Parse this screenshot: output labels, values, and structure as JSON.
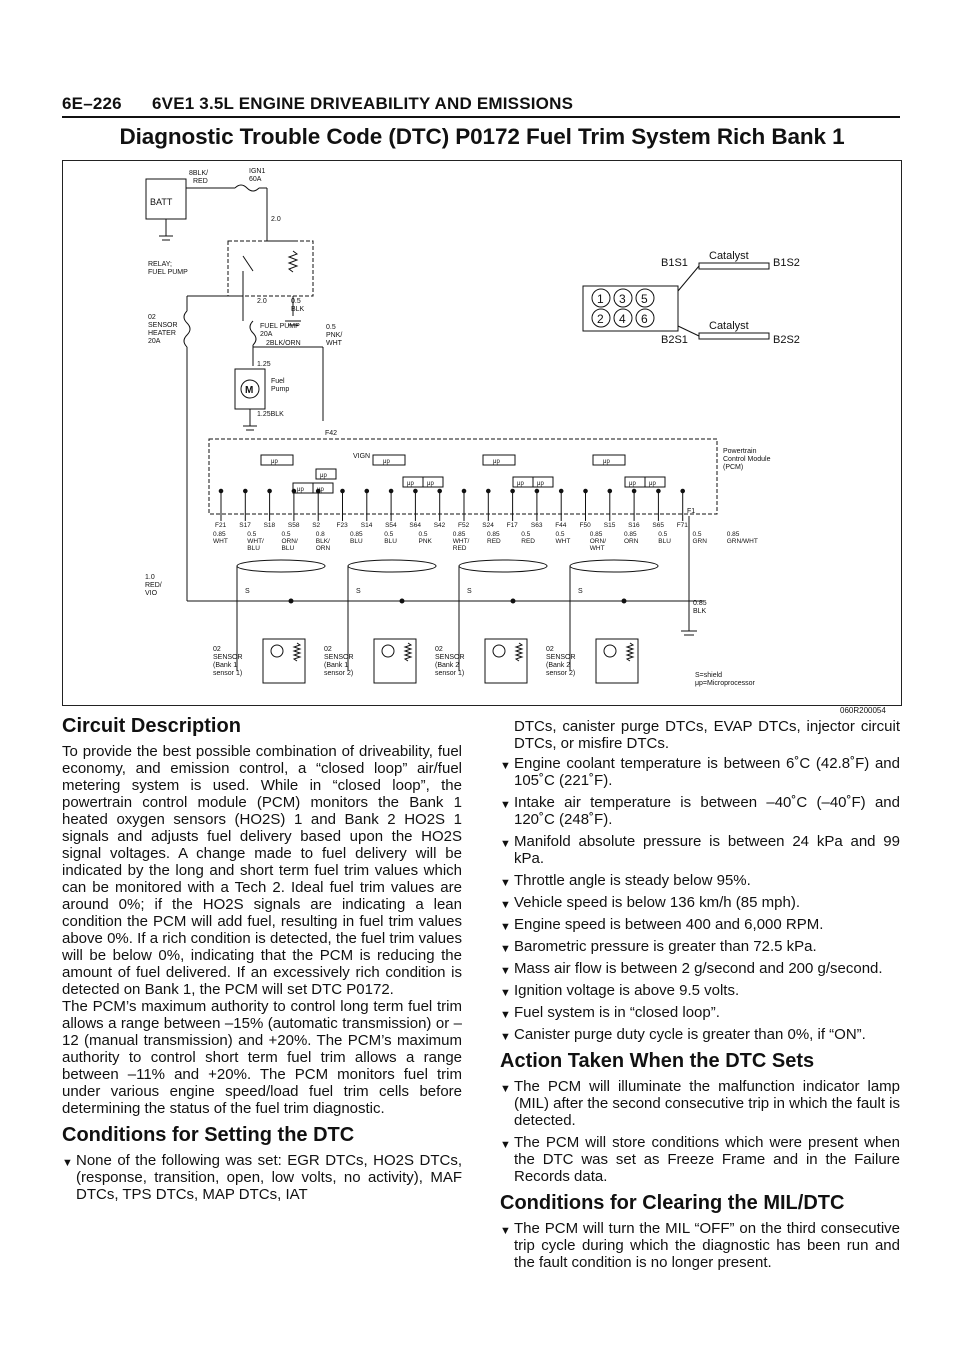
{
  "header": {
    "page_number": "6E–226",
    "section_title": "6VE1 3.5L ENGINE DRIVEABILITY AND EMISSIONS"
  },
  "page_title": "Diagnostic Trouble Code (DTC) P0172 Fuel Trim System Rich Bank 1",
  "diagram": {
    "figure_code": "060R200054",
    "batt": "BATT",
    "wire_batt_1": "8BLK/",
    "wire_batt_2": "RED",
    "ign_1": "IGN1",
    "ign_2": "60A",
    "w_20a": "2.0",
    "w_20b": "2.0",
    "relay_1": "RELAY;",
    "relay_2": "FUEL PUMP",
    "w_05": "0.5",
    "w_blk": "BLK",
    "o2h_1": "02",
    "o2h_2": "SENSOR",
    "o2h_3": "HEATER",
    "o2h_4": "20A",
    "fp_fuse_1": "FUEL PUMP",
    "fp_fuse_2": "20A",
    "fp_wire": "2BLK/ORN",
    "pnk_1": "0.5",
    "pnk_2": "PNK/",
    "pnk_3": "WHT",
    "w_125": "1.25",
    "w_125blk": "1.25BLK",
    "motor": "M",
    "fuel_pump_1": "Fuel",
    "fuel_pump_2": "Pump",
    "f42": "F42",
    "vign": "VIGN",
    "mu_p": "μp",
    "pcm_1": "Powertrain",
    "pcm_2": "Control Module",
    "pcm_3": "(PCM)",
    "f1": "F1",
    "red_vio_1": "1.0",
    "red_vio_2": "RED/",
    "red_vio_3": "VIO",
    "blk_085_1": "0.85",
    "blk_085_2": "BLK",
    "shield": "S",
    "legend_1": "S=shield",
    "legend_2": "μp=Microprocessor",
    "b1s1": "B1S1",
    "b1s2": "B1S2",
    "b2s1": "B2S1",
    "b2s2": "B2S2",
    "catalyst": "Catalyst",
    "cyl": [
      "1",
      "3",
      "5",
      "2",
      "4",
      "6"
    ],
    "pins": [
      "F21",
      "S17",
      "S18",
      "S58",
      "S2",
      "F23",
      "S14",
      "S54",
      "S64",
      "S42",
      "F52",
      "S24",
      "F17",
      "S63",
      "F44",
      "F50",
      "S15",
      "S16",
      "S65",
      "F71"
    ],
    "wires": [
      [
        "0.85",
        "WHT"
      ],
      [
        "0.5",
        "WHT/",
        "BLU"
      ],
      [
        "0.5",
        "ORN/",
        "BLU"
      ],
      [
        "0.8",
        "BLK/",
        "ORN"
      ],
      [
        "0.85",
        "BLU"
      ],
      [
        "0.5",
        "BLU"
      ],
      [
        "0.5",
        "PNK"
      ],
      [
        "0.85",
        "WHT/",
        "RED"
      ],
      [
        "0.85",
        "RED"
      ],
      [
        "0.5",
        "RED"
      ],
      [
        "0.5",
        "WHT"
      ],
      [
        "0.85",
        "ORN/",
        "WHT"
      ],
      [
        "0.85",
        "ORN"
      ],
      [
        "0.5",
        "BLU"
      ],
      [
        "0.5",
        "GRN"
      ],
      [
        "0.85",
        "GRN/WHT"
      ]
    ],
    "sensors": [
      [
        "02",
        "SENSOR",
        "(Bank 1",
        "sensor 1)"
      ],
      [
        "02",
        "SENSOR",
        "(Bank 1",
        "sensor 2)"
      ],
      [
        "02",
        "SENSOR",
        "(Bank 2",
        "sensor 1)"
      ],
      [
        "02",
        "SENSOR",
        "(Bank 2",
        "sensor 2)"
      ]
    ]
  },
  "left": {
    "h_circuit": "Circuit Description",
    "p1": "To provide the best possible combination of driveability, fuel economy, and emission control, a “closed loop” air/fuel metering system is used. While in “closed loop”, the powertrain control module (PCM) monitors the Bank 1 heated oxygen sensors (HO2S) 1 and Bank 2 HO2S 1 signals and adjusts fuel delivery based upon the HO2S signal voltages. A change made to fuel delivery will be indicated by the long and short term fuel trim values which can be monitored with a Tech 2. Ideal fuel trim values are around 0%; if the HO2S signals are indicating a lean condition the PCM will add fuel, resulting in fuel trim values above 0%. If a rich condition is detected, the fuel trim values will be below 0%, indicating that the PCM is reducing the amount of fuel delivered. If an excessively rich condition is detected on Bank 1, the PCM will set DTC P0172.",
    "p2": "The PCM’s maximum authority to control long term fuel trim allows a range between –15% (automatic transmission) or –12 (manual transmission) and +20%. The PCM’s maximum authority to control short term fuel trim allows a range between –11% and +20%. The PCM monitors fuel trim under various engine speed/load fuel trim cells before determining the status of the fuel trim diagnostic.",
    "h_conditions": "Conditions for Setting the DTC",
    "c1": "None of the following was set: EGR DTCs, HO2S DTCs, (response, transition, open, low volts, no activity), MAF DTCs, TPS DTCs, MAP DTCs, IAT"
  },
  "right": {
    "c1_cont": "DTCs, canister purge DTCs, EVAP DTCs, injector circuit DTCs, or misfire DTCs.",
    "conditions": [
      "Engine coolant temperature is between 6˚C (42.8˚F) and 105˚C (221˚F).",
      "Intake air temperature is between –40˚C (–40˚F) and 120˚C (248˚F).",
      "Manifold absolute pressure is between 24 kPa and 99 kPa.",
      "Throttle angle is steady below 95%.",
      "Vehicle speed is below 136 km/h (85 mph).",
      "Engine speed is between 400 and 6,000 RPM.",
      "Barometric pressure is greater than 72.5 kPa.",
      "Mass air flow is between 2 g/second and 200 g/second.",
      "Ignition voltage is above 9.5 volts.",
      "Fuel system is in “closed loop”.",
      "Canister purge duty cycle is greater than 0%, if “ON”."
    ],
    "h_action": "Action Taken When the DTC Sets",
    "actions": [
      "The PCM will illuminate the malfunction indicator lamp (MIL) after the second consecutive trip in which the fault is detected.",
      "The PCM will store conditions which were present when the DTC was set as Freeze Frame and in the Failure Records data."
    ],
    "h_clearing": "Conditions for Clearing the MIL/DTC",
    "clearing": [
      "The PCM will turn the MIL “OFF” on the third consecutive trip cycle during which the diagnostic has been run and the fault condition is no longer present."
    ]
  }
}
